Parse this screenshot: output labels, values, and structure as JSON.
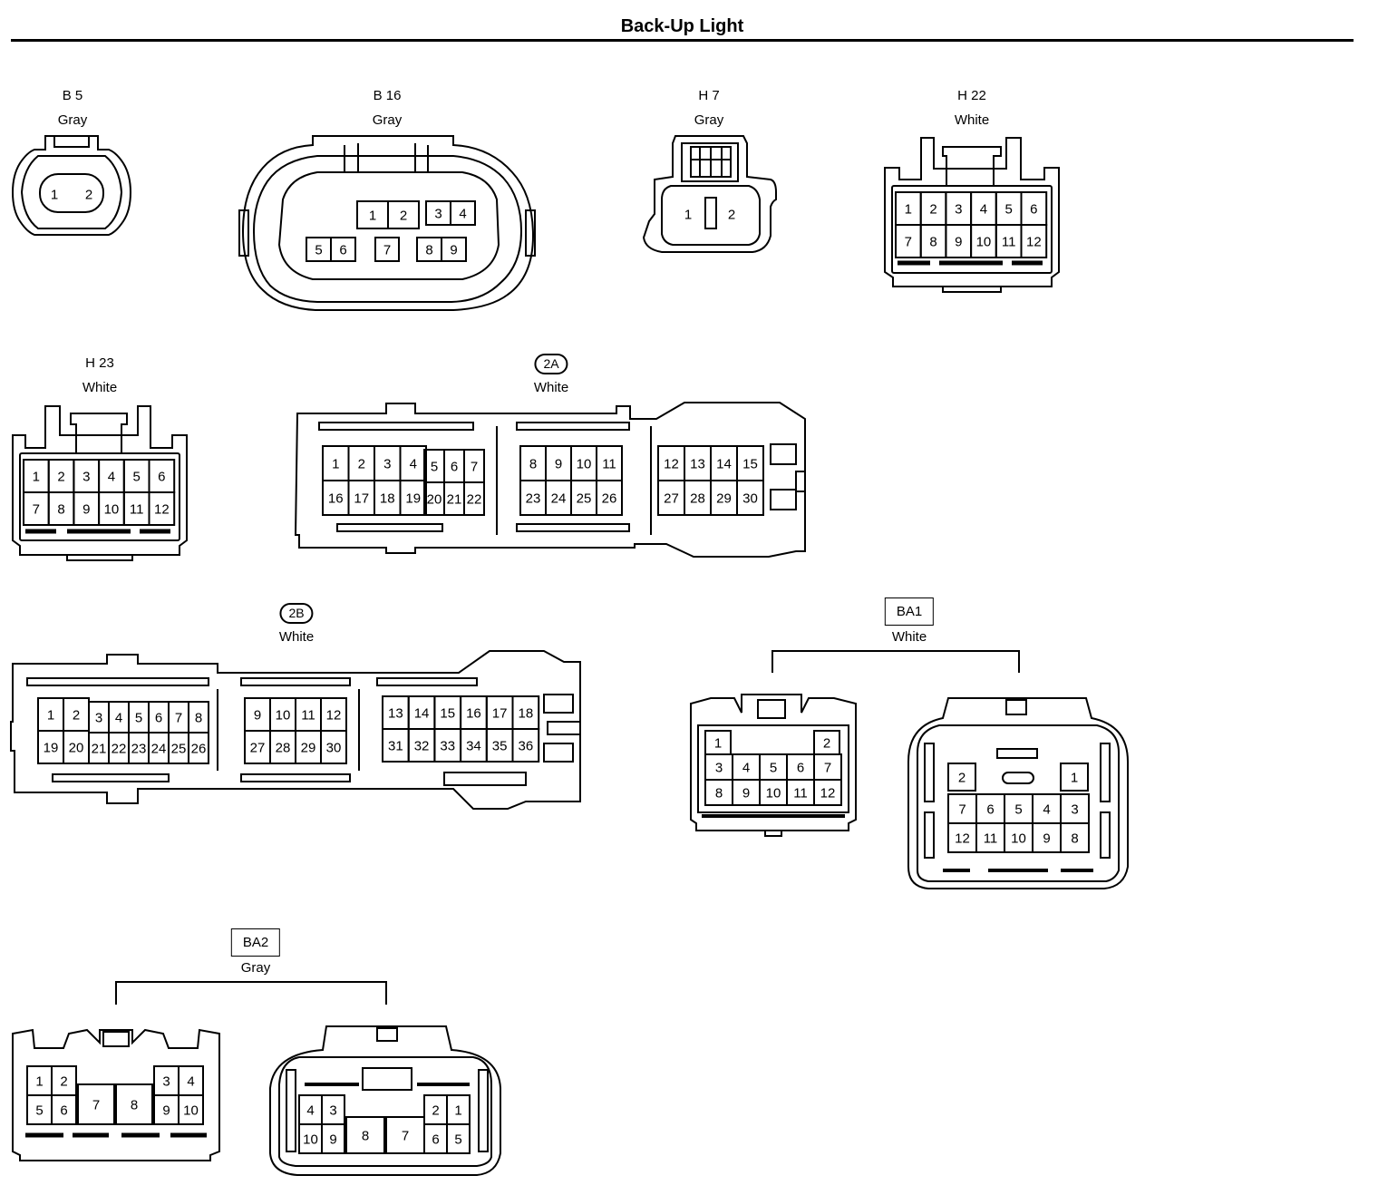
{
  "title": "Back-Up Light",
  "connectors": {
    "b5": {
      "code": "B 5",
      "color": "Gray",
      "pins": [
        "1",
        "2"
      ]
    },
    "b16": {
      "code": "B 16",
      "color": "Gray",
      "pins": [
        "1",
        "2",
        "3",
        "4",
        "5",
        "6",
        "7",
        "8",
        "9"
      ]
    },
    "h7": {
      "code": "H 7",
      "color": "Gray",
      "pins": [
        "1",
        "2"
      ]
    },
    "h22": {
      "code": "H 22",
      "color": "White",
      "pins": [
        "1",
        "2",
        "3",
        "4",
        "5",
        "6",
        "7",
        "8",
        "9",
        "10",
        "11",
        "12"
      ]
    },
    "h23": {
      "code": "H 23",
      "color": "White",
      "pins": [
        "1",
        "2",
        "3",
        "4",
        "5",
        "6",
        "7",
        "8",
        "9",
        "10",
        "11",
        "12"
      ]
    },
    "c2a": {
      "code": "2A",
      "color": "White",
      "pins": [
        "1",
        "2",
        "3",
        "4",
        "5",
        "6",
        "7",
        "8",
        "9",
        "10",
        "11",
        "12",
        "13",
        "14",
        "15",
        "16",
        "17",
        "18",
        "19",
        "20",
        "21",
        "22",
        "23",
        "24",
        "25",
        "26",
        "27",
        "28",
        "29",
        "30"
      ]
    },
    "c2b": {
      "code": "2B",
      "color": "White",
      "pins": [
        "1",
        "2",
        "3",
        "4",
        "5",
        "6",
        "7",
        "8",
        "9",
        "10",
        "11",
        "12",
        "13",
        "14",
        "15",
        "16",
        "17",
        "18",
        "19",
        "20",
        "21",
        "22",
        "23",
        "24",
        "25",
        "26",
        "27",
        "28",
        "29",
        "30",
        "31",
        "32",
        "33",
        "34",
        "35",
        "36"
      ]
    },
    "ba1": {
      "code": "BA1",
      "color": "White",
      "left_pins": [
        "1",
        "2",
        "3",
        "4",
        "5",
        "6",
        "7",
        "8",
        "9",
        "10",
        "11",
        "12"
      ],
      "right_pins": [
        "1",
        "2",
        "3",
        "4",
        "5",
        "6",
        "7",
        "8",
        "9",
        "10",
        "11",
        "12"
      ]
    },
    "ba2": {
      "code": "BA2",
      "color": "Gray",
      "left_pins": [
        "1",
        "2",
        "3",
        "4",
        "5",
        "6",
        "7",
        "8",
        "9",
        "10"
      ],
      "right_pins": [
        "1",
        "2",
        "3",
        "4",
        "5",
        "6",
        "7",
        "8",
        "9",
        "10"
      ]
    }
  }
}
